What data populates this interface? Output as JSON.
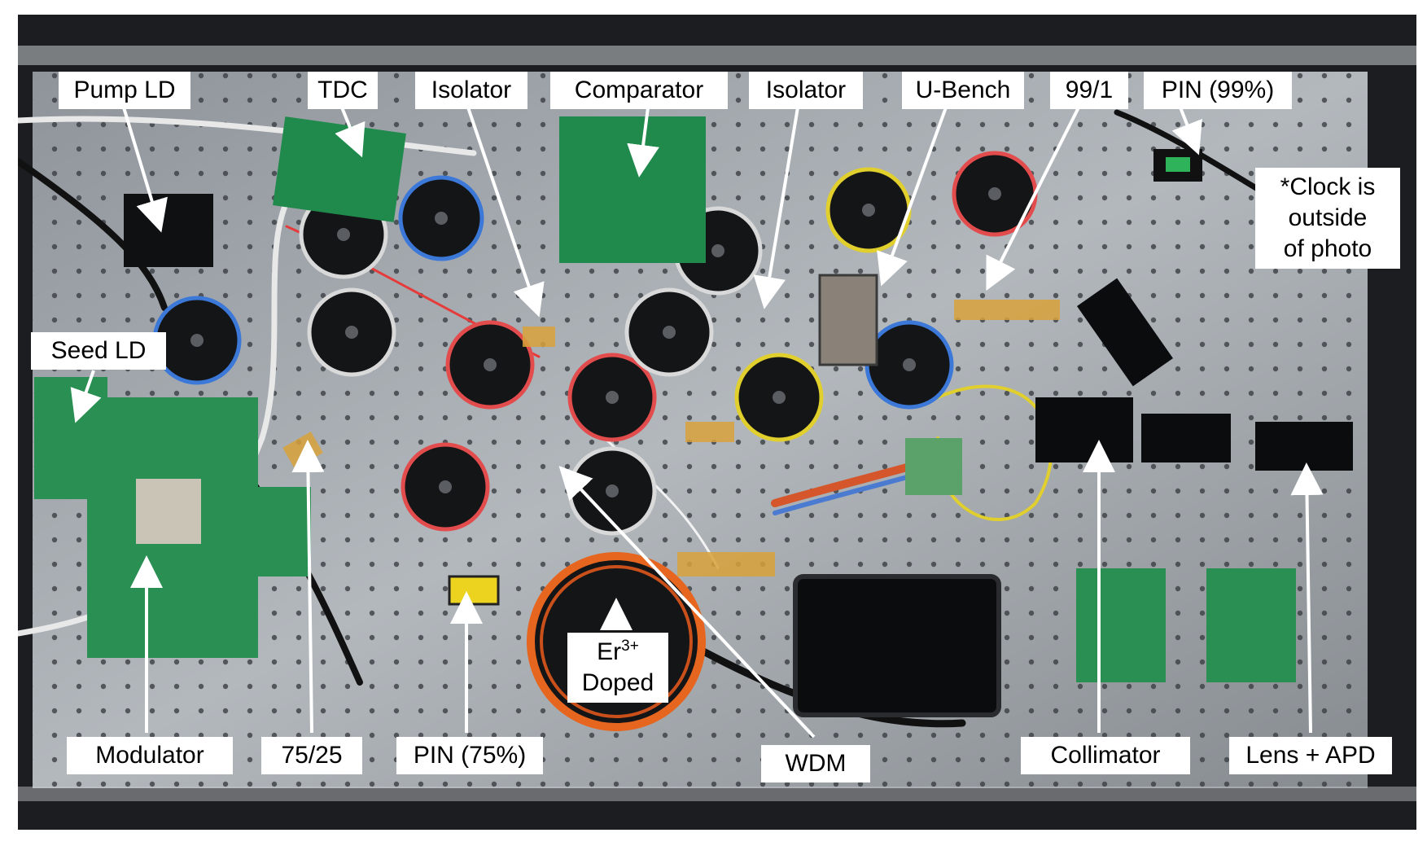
{
  "colors": {
    "background": "#ffffff",
    "bench": "#9aa0a6",
    "frame": "#26282b",
    "label_bg": "#ffffff",
    "arrow": "#ffffff"
  },
  "labels": {
    "pump_ld": "Pump LD",
    "tdc": "TDC",
    "isolator_left": "Isolator",
    "comparator": "Comparator",
    "isolator_right": "Isolator",
    "u_bench": "U-Bench",
    "split_99_1": "99/1",
    "pin_99": "PIN (99%)",
    "clock_note_line1": "*Clock is",
    "clock_note_line2": "outside",
    "clock_note_line3": "of photo",
    "seed_ld": "Seed LD",
    "modulator": "Modulator",
    "split_75_25": "75/25",
    "pin_75": "PIN (75%)",
    "er_base": "Er",
    "er_sup": "3+",
    "er_doped": "Doped",
    "wdm": "WDM",
    "collimator": "Collimator",
    "lens_apd": "Lens + APD"
  }
}
